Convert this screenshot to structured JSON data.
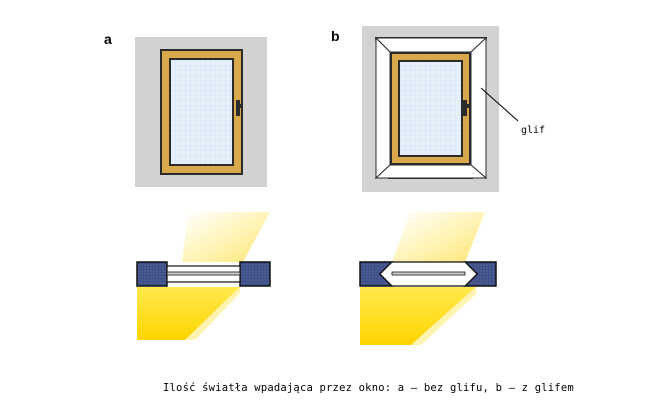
{
  "labels": {
    "a": "a",
    "b": "b",
    "glif": "glif"
  },
  "caption": "Ilość światła wpadająca przez okno: a – bez glifu, b – z glifem",
  "colors": {
    "wall": "#d2d2d2",
    "frame": "#d9a84a",
    "frame_border": "#2b2b2b",
    "glass": "#e6f0fa",
    "wall_section": "#3d4f86",
    "light": "#ffd400",
    "light_soft": "#fff6c0"
  }
}
